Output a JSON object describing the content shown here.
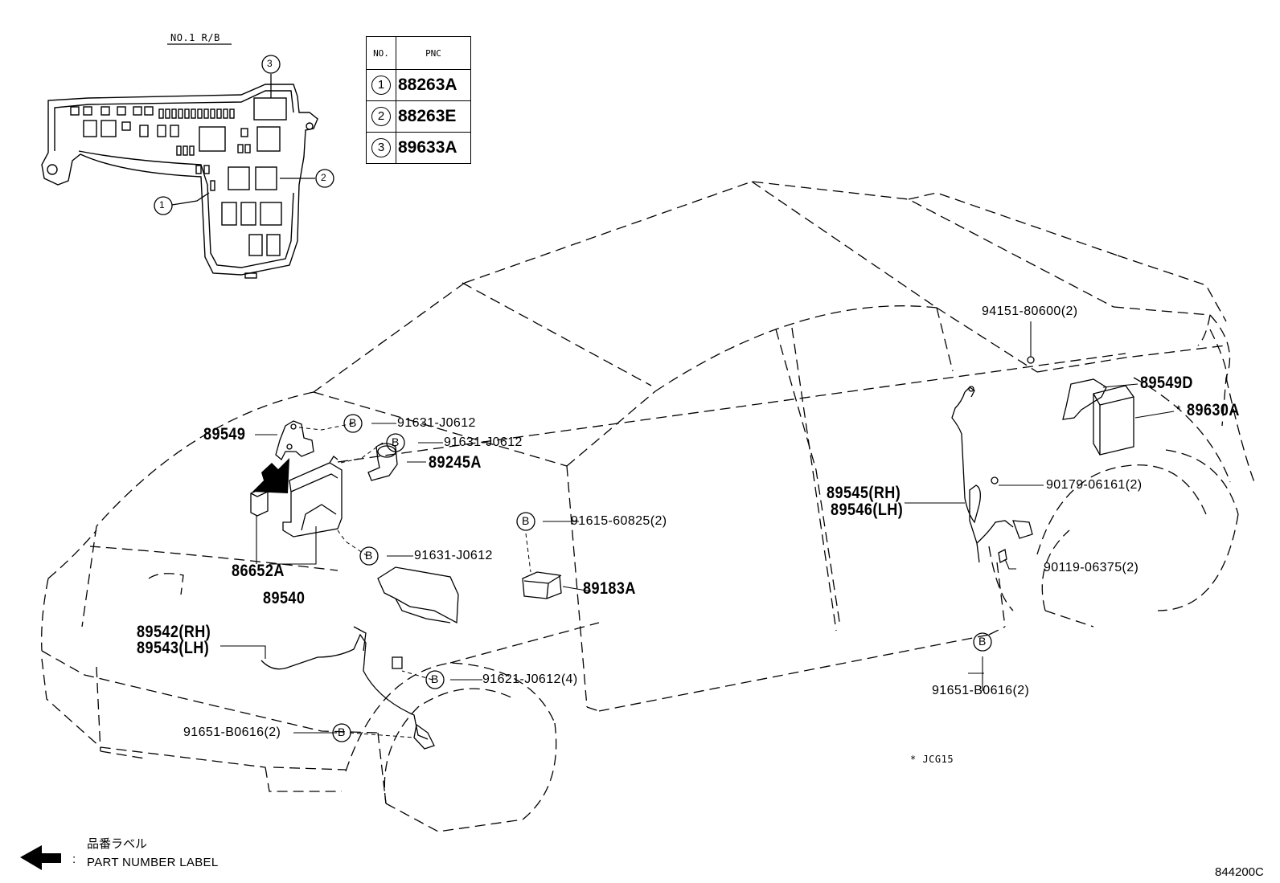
{
  "header": {
    "rb_title": "NO.1 R/B"
  },
  "pnc_table": {
    "col_no": "NO.",
    "col_pnc": "PNC",
    "rows": [
      {
        "no": "1",
        "pnc": "88263A"
      },
      {
        "no": "2",
        "pnc": "88263E"
      },
      {
        "no": "3",
        "pnc": "89633A"
      }
    ]
  },
  "rb_callouts": [
    "1",
    "2",
    "3"
  ],
  "labels": {
    "p94151": "94151-80600(2)",
    "p89549D": "89549D",
    "p89630A": "89630A",
    "star_89630A": "*",
    "p89549": "89549",
    "p91631_a": "91631-J0612",
    "p91631_b": "91631-J0612",
    "p89245A": "89245A",
    "p90179": "90179-06161(2)",
    "p89545": "89545(RH)",
    "p89546": "89546(LH)",
    "p91615": "91615-60825(2)",
    "p90119": "90119-06375(2)",
    "p91631_c": "91631-J0612",
    "p86652A": "86652A",
    "p89183A": "89183A",
    "p89540": "89540",
    "p89542": "89542(RH)",
    "p89543": "89543(LH)",
    "p91621": "91621-J0612(4)",
    "p91651_r": "91651-B0616(2)",
    "p91651_f": "91651-B0616(2)",
    "note": "* JCG15"
  },
  "bolt_symbol": "B",
  "legend": {
    "jp": "品番ラベル",
    "colon": ":",
    "en": "PART NUMBER LABEL"
  },
  "figure_code": "844200C"
}
